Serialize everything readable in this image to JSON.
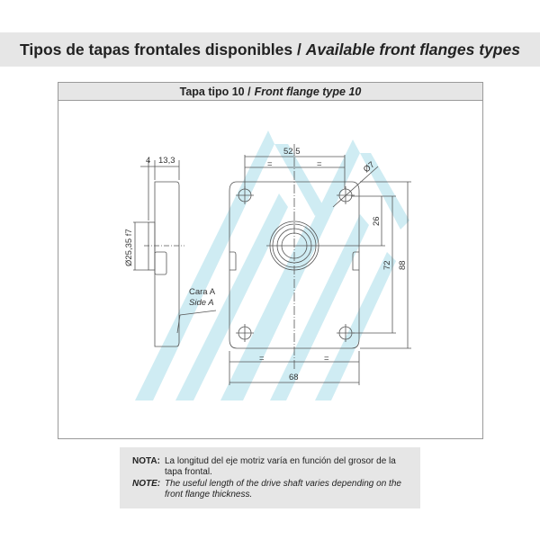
{
  "header": {
    "title_es": "Tipos de tapas frontales disponibles",
    "separator": " / ",
    "title_en": "Available front flanges types"
  },
  "panel": {
    "title_es": "Tapa tipo 10 /",
    "title_en": "Front flange type 10"
  },
  "drawing": {
    "dim_4": "4",
    "dim_13_3": "13,3",
    "dim_shaft": "Ø25,35 f7",
    "side_es": "Cara A",
    "side_en": "Side A",
    "dim_52_5": "52,5",
    "dim_68": "68",
    "dim_26": "26",
    "dim_72": "72",
    "dim_88": "88",
    "dim_hole": "Ø7",
    "equal": "="
  },
  "note": {
    "label_es": "NOTA:",
    "text_es": "La longitud del eje motriz varía en función del grosor de la tapa frontal.",
    "label_en": "NOTE:",
    "text_en": "The useful length of the drive shaft varies depending on the front flange thickness."
  },
  "colors": {
    "watermark": "#bfe6ef",
    "band": "#e6e6e6"
  }
}
